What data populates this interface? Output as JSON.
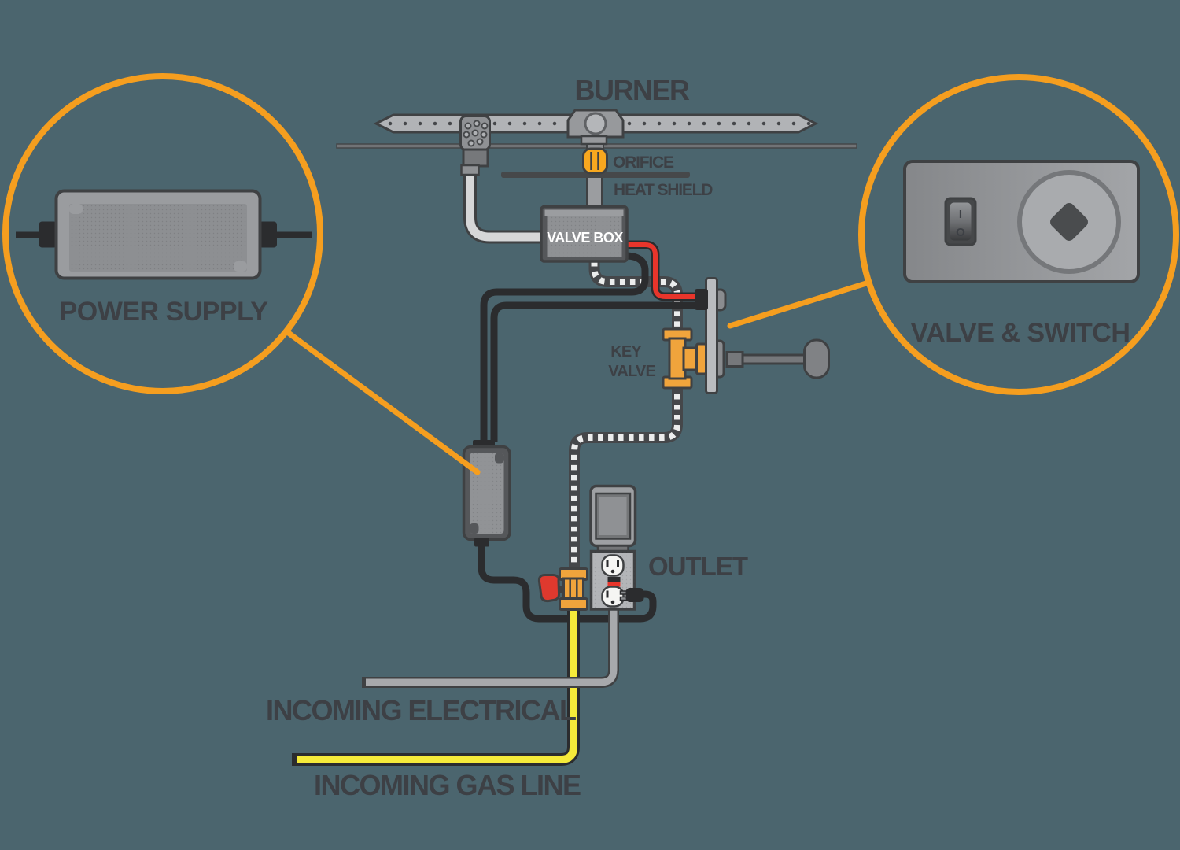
{
  "background": "#4b656e",
  "colors": {
    "accent_orange": "#f59e1f",
    "wire_red": "#e8352b",
    "gas_yellow": "#f6eb3a",
    "handle_red": "#df392e",
    "brass_orange": "#f0a43c",
    "wire_black": "#2b2c2e",
    "outline_dark": "#3f4143",
    "text_dark": "#3d4045",
    "metal_light": "#b1b3b6",
    "metal_mid": "#8f9194",
    "conduit_gray": "#a7a9ac"
  },
  "diagram": {
    "burner_label": "BURNER",
    "orifice_label": "ORIFICE",
    "heat_shield_label": "HEAT SHIELD",
    "valve_box_label": "VALVE BOX",
    "key_valve_label_line1": "KEY",
    "key_valve_label_line2": "VALVE",
    "outlet_label": "OUTLET",
    "incoming_electrical_label": "INCOMING ELECTRICAL",
    "incoming_gas_label": "INCOMING GAS LINE"
  },
  "callouts": {
    "power_supply": {
      "label": "POWER SUPPLY"
    },
    "valve_switch": {
      "label": "VALVE & SWITCH",
      "switch_on": "I",
      "switch_off": "O"
    }
  }
}
